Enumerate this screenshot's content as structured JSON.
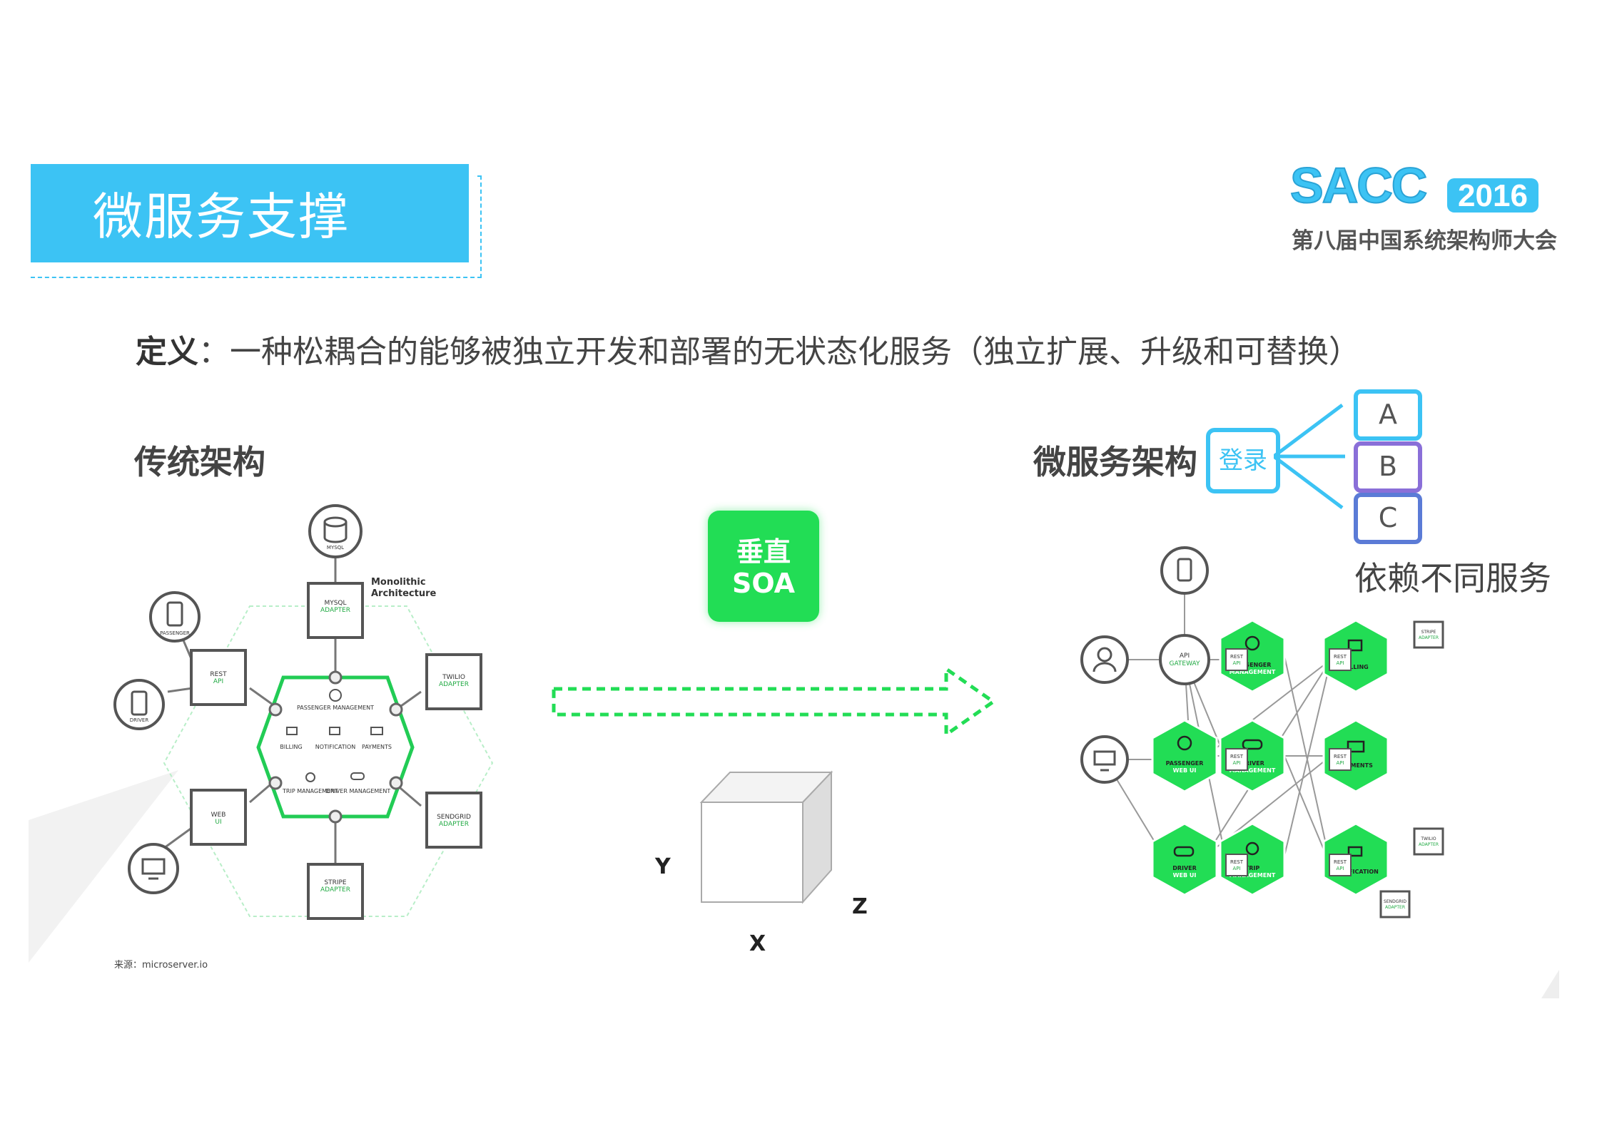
{
  "header": {
    "title": "微服务支撑"
  },
  "logo": {
    "brand": "SACC",
    "year": "2016",
    "subtitle": "第八届中国系统架构师大会"
  },
  "definition": {
    "label": "定义",
    "separator": "：",
    "text": "一种松耦合的能够被独立开发和部署的无状态化服务（独立扩展、升级和可替换）"
  },
  "traditional": {
    "heading": "传统架构",
    "diagram_title_line1": "Monolithic",
    "diagram_title_line2": "Architecture",
    "core_labels": [
      "PASSENGER MANAGEMENT",
      "BILLING",
      "NOTIFICATION",
      "PAYMENTS",
      "TRIP MANAGEMENT",
      "DRIVER MANAGEMENT"
    ],
    "source": "来源：microserver.io"
  },
  "middle": {
    "soa_line1": "垂直",
    "soa_line2": "SOA",
    "axis_y": "Y",
    "axis_z": "Z",
    "axis_x": "X"
  },
  "micro": {
    "heading": "微服务架构",
    "login": "登录",
    "services": [
      "A",
      "B",
      "C"
    ],
    "depends": "依赖不同服务"
  },
  "colors": {
    "accent_blue": "#3cc3f4",
    "green": "#22dd55",
    "purple": "#8a6fd8",
    "indigo": "#5b7bd6"
  }
}
